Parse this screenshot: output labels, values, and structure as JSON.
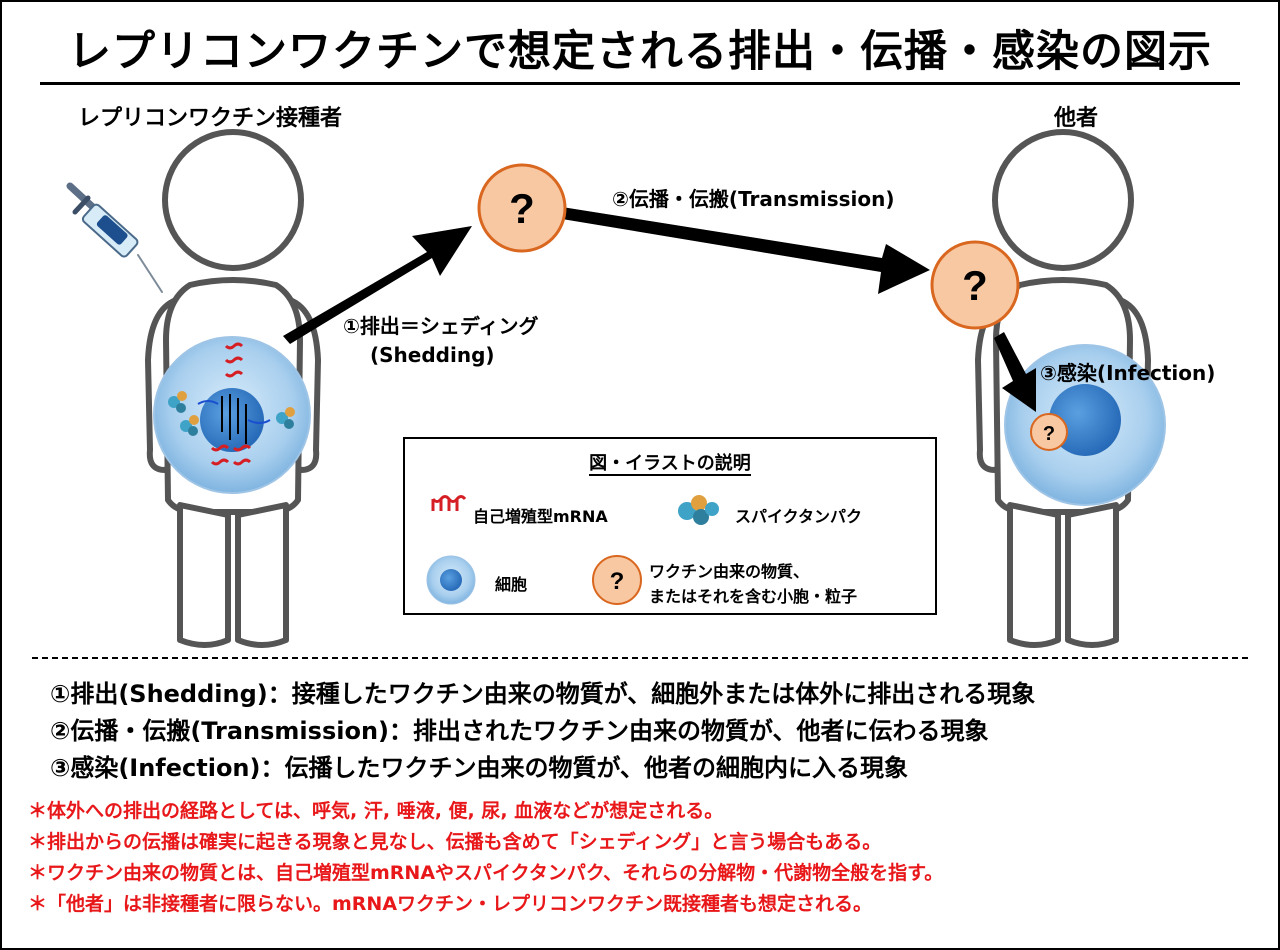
{
  "title": "レプリコンワクチンで想定される排出・伝播・感染の図示",
  "figures": {
    "donor_label": "レプリコンワクチン接種者",
    "other_label": "他者"
  },
  "steps": {
    "shedding_line1": "①排出＝シェディング",
    "shedding_line2": "(Shedding)",
    "transmission": "②伝播・伝搬(Transmission)",
    "infection": "③感染(Infection)"
  },
  "particle_symbol": "?",
  "legend": {
    "title": "図・イラストの説明",
    "mrna": "自己増殖型mRNA",
    "spike": "スパイクタンパク",
    "cell": "細胞",
    "particle_line1": "ワクチン由来の物質、",
    "particle_line2": "またはそれを含む小胞・粒子"
  },
  "definitions": [
    "①排出(Shedding)：接種したワクチン由来の物質が、細胞外または体外に排出される現象",
    "②伝播・伝搬(Transmission)：排出されたワクチン由来の物質が、他者に伝わる現象",
    "③感染(Infection)：伝播したワクチン由来の物質が、他者の細胞内に入る現象"
  ],
  "notes": [
    "＊体外への排出の経路としては、呼気, 汗, 唾液, 便, 尿, 血液などが想定される。",
    "＊排出からの伝播は確実に起きる現象と見なし、伝播も含めて「シェディング」と言う場合もある。",
    "＊ワクチン由来の物質とは、自己増殖型mRNAやスパイクタンパク、それらの分解物・代謝物全般を指す。",
    "＊「他者」は非接種者に限らない。mRNAワクチン・レプリコンワクチン既接種者も想定される。"
  ],
  "colors": {
    "cell_outer": "#a9cfee",
    "cell_nucleus": "#3f88cf",
    "particle_fill": "#f8c8a2",
    "particle_stroke": "#d9671f",
    "mrna": "#d51f24",
    "notes_text": "#e8171a"
  }
}
